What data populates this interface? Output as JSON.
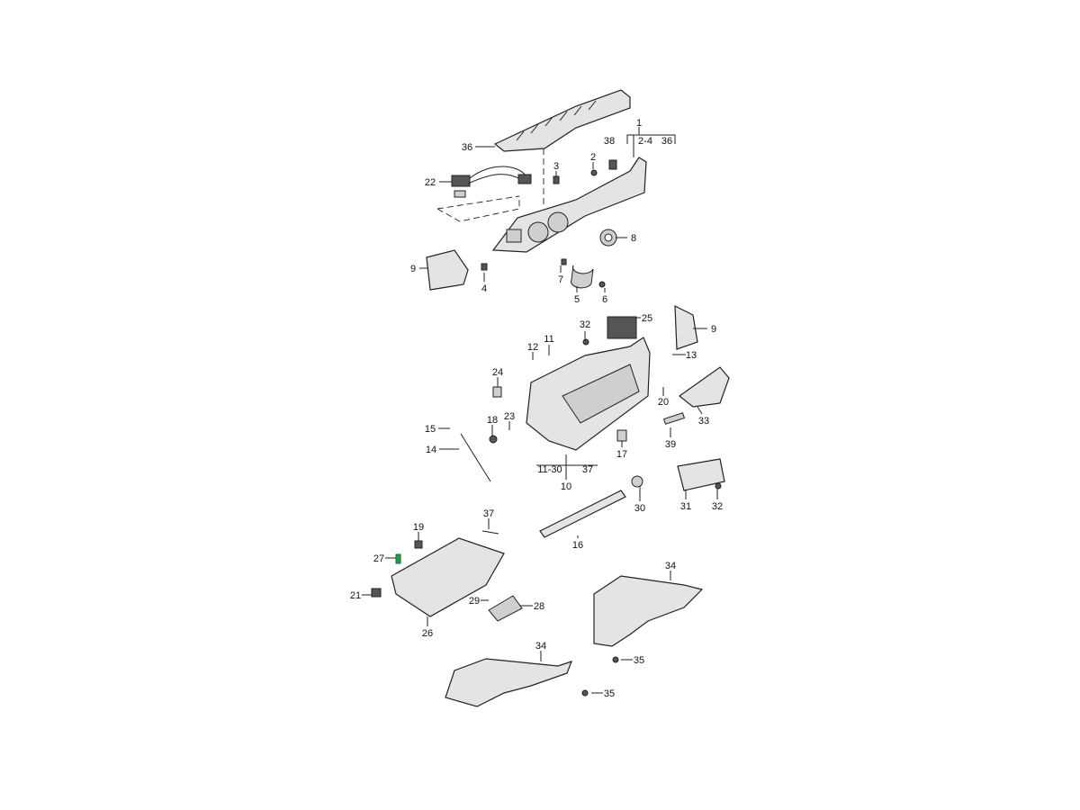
{
  "diagram": {
    "callouts": [
      "1",
      "38",
      "2-4",
      "36",
      "36",
      "22",
      "3",
      "2",
      "8",
      "9",
      "4",
      "7",
      "5",
      "6",
      "32",
      "25",
      "9",
      "11",
      "12",
      "13",
      "24",
      "20",
      "33",
      "23",
      "18",
      "15",
      "14",
      "39",
      "17",
      "11-30",
      "37",
      "10",
      "30",
      "31",
      "32",
      "37",
      "16",
      "19",
      "27",
      "21",
      "29",
      "28",
      "26",
      "34",
      "34",
      "35",
      "35"
    ],
    "highlight_color": "#2a9d3a"
  }
}
